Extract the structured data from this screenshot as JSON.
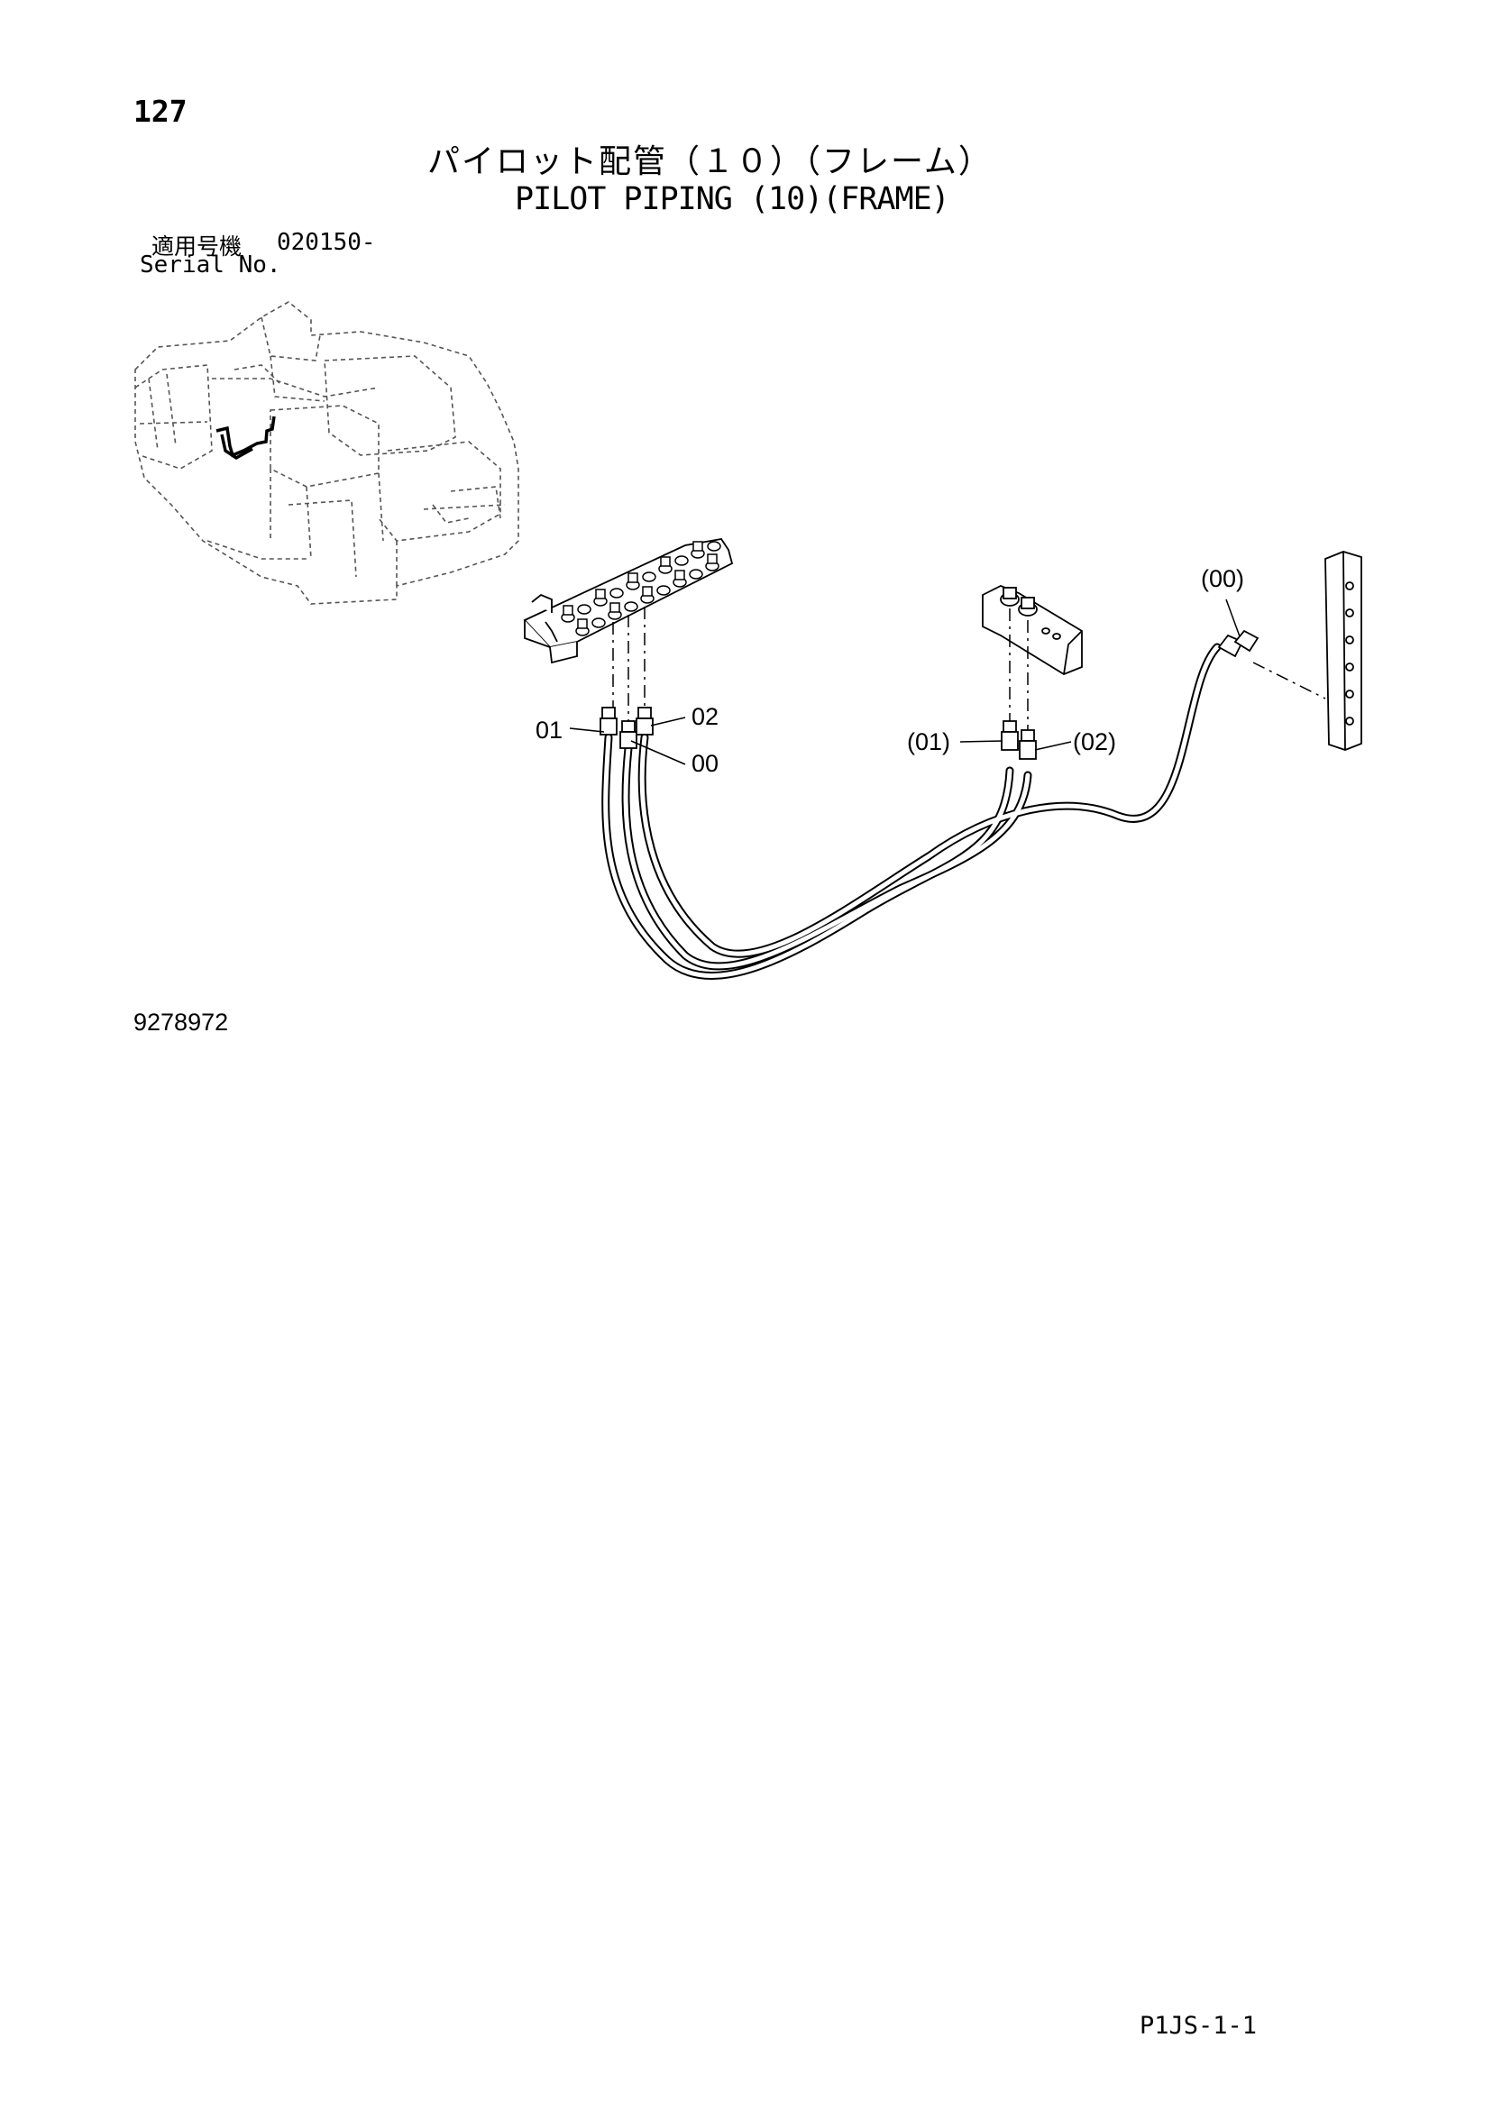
{
  "header": {
    "page_number": "127",
    "title_ja": "パイロット配管（１０）（フレーム）",
    "title_en": "PILOT PIPING (10)(FRAME)"
  },
  "serial": {
    "label_ja": "適用号機",
    "value": "020150-",
    "label_en": "Serial No."
  },
  "callouts": {
    "left_01": "01",
    "left_02": "02",
    "left_00": "00",
    "right_01": "(01)",
    "right_02": "(02)",
    "far_00": "(00)"
  },
  "footer": {
    "drawing_number": "9278972",
    "page_code": "P1JS-1-1"
  }
}
